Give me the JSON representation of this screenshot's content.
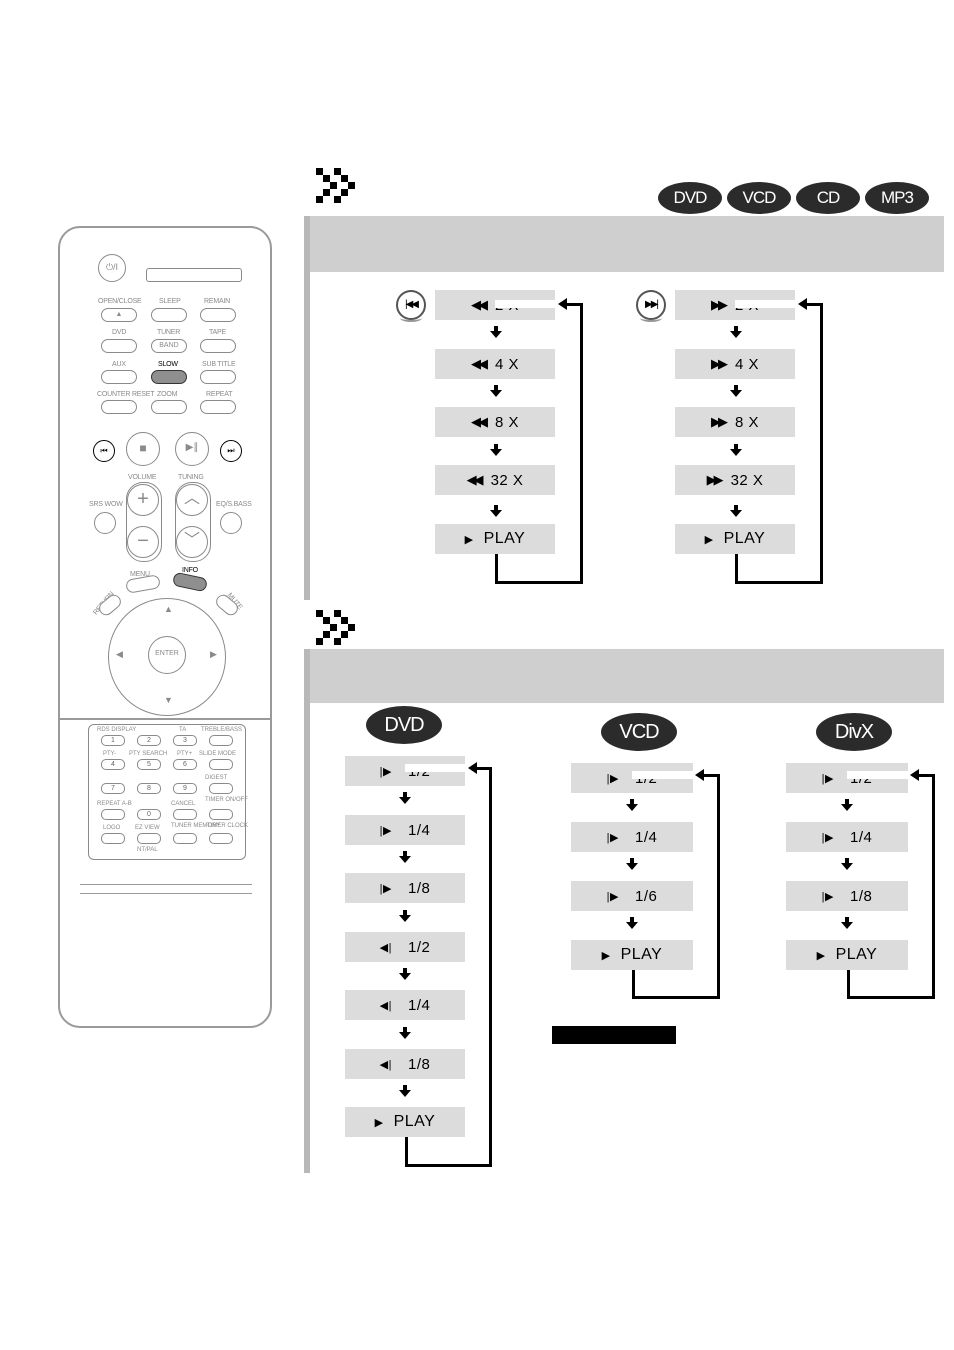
{
  "badges": [
    "DVD",
    "VCD",
    "CD",
    "MP3"
  ],
  "skip_section": {
    "rewind": {
      "steps": [
        "2 X",
        "4 X",
        "8 X",
        "32 X"
      ],
      "play_label": "PLAY"
    },
    "forward": {
      "steps": [
        "2 X",
        "4 X",
        "8 X",
        "32 X"
      ],
      "play_label": "PLAY"
    }
  },
  "slow_section": {
    "dvd": {
      "badge": "DVD",
      "forward_steps": [
        "1/2",
        "1/4",
        "1/8"
      ],
      "reverse_steps": [
        "1/2",
        "1/4",
        "1/8"
      ],
      "play_label": "PLAY"
    },
    "vcd": {
      "badge": "VCD",
      "forward_steps": [
        "1/2",
        "1/4",
        "1/6"
      ],
      "play_label": "PLAY"
    },
    "divx": {
      "badge": "DivX",
      "forward_steps": [
        "1/2",
        "1/4",
        "1/8"
      ],
      "play_label": "PLAY"
    }
  },
  "remote": {
    "power": "⏻/I",
    "row1": [
      "OPEN/CLOSE",
      "SLEEP",
      "REMAIN"
    ],
    "row2": [
      "DVD",
      "TUNER",
      "TAPE"
    ],
    "row2_btn": "BAND",
    "row3": [
      "AUX",
      "SLOW",
      "SUB TITLE"
    ],
    "row4": [
      "COUNTER RESET",
      "ZOOM",
      "REPEAT"
    ],
    "volume": "VOLUME",
    "tuning": "TUNING",
    "srs": "SRS WOW",
    "eq": "EQ/S.BASS",
    "menu": "MENU",
    "info": "INFO",
    "return": "RETURN",
    "mute": "MUTE",
    "enter": "ENTER",
    "keypad_labels": [
      "RDS DISPLAY",
      "TA",
      "TREBLE/BASS",
      "PTY-",
      "PTY SEARCH",
      "PTY+",
      "SLIDE MODE",
      "DIGEST",
      "REPEAT A-B",
      "CANCEL",
      "TIMER ON/OFF",
      "LOGO",
      "EZ VIEW",
      "TUNER MEMORY",
      "TIMER CLOCK",
      "NT/PAL"
    ],
    "keys": [
      "1",
      "2",
      "3",
      "4",
      "5",
      "6",
      "7",
      "8",
      "9",
      "0"
    ]
  }
}
